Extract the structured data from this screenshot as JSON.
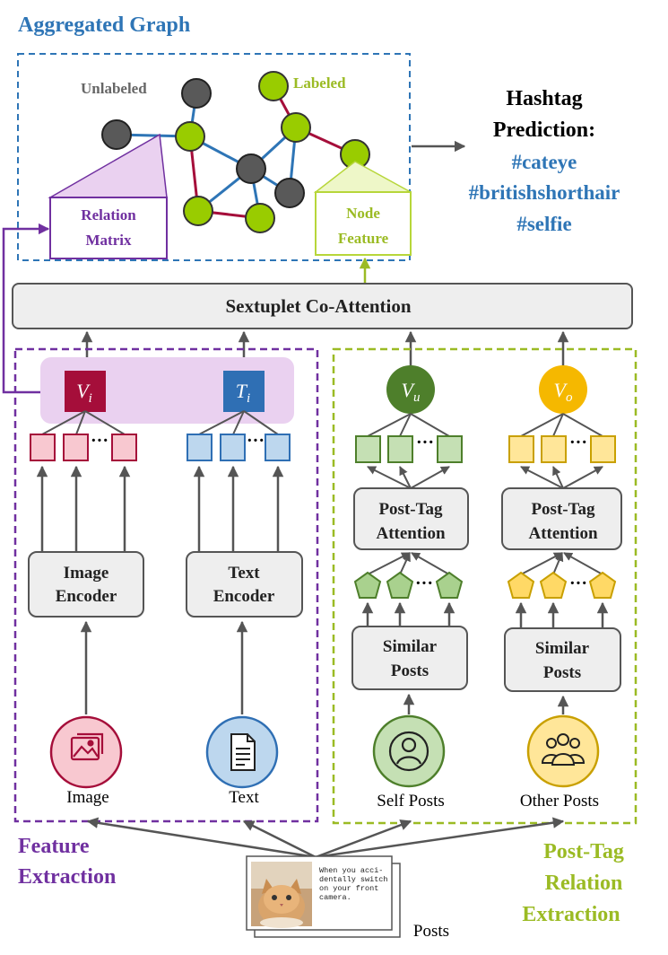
{
  "graph": {
    "title": "Aggregated Graph",
    "unlabeled": "Unlabeled",
    "labeled": "Labeled",
    "relation_matrix": [
      "Relation",
      "Matrix"
    ],
    "node_feature": [
      "Node",
      "Feature"
    ]
  },
  "prediction": {
    "title": [
      "Hashtag",
      "Prediction:"
    ],
    "tags": [
      "#cateye",
      "#britishshorthair",
      "#selfie"
    ]
  },
  "coattention": "Sextuplet Co-Attention",
  "vectors": {
    "vi": "V",
    "vi_sub": "i",
    "ti": "T",
    "ti_sub": "i",
    "vu": "V",
    "vu_sub": "u",
    "vo": "V",
    "vo_sub": "o"
  },
  "encoders": {
    "image": [
      "Image",
      "Encoder"
    ],
    "text": [
      "Text",
      "Encoder"
    ]
  },
  "posttag": [
    "Post-Tag",
    "Attention"
  ],
  "similar": [
    "Similar",
    "Posts"
  ],
  "inputs": {
    "image": "Image",
    "text": "Text",
    "self": "Self Posts",
    "other": "Other Posts"
  },
  "sections": {
    "feature": [
      "Feature",
      "Extraction"
    ],
    "posttag": [
      "Post-Tag",
      "Relation",
      "Extraction"
    ]
  },
  "posts": {
    "label": "Posts",
    "caption": [
      "When you acci-",
      "dentally switch",
      "on your front",
      "camera."
    ]
  },
  "colors": {
    "blue": "#2e75b6",
    "purple": "#7030a0",
    "green": "#9bbb24",
    "gray": "#555555",
    "crimson": "#a50e3a",
    "tblue": "#2f6fb4",
    "dgreen": "#4e7f2b",
    "gold": "#f5b800",
    "lime": "#99cc00"
  }
}
